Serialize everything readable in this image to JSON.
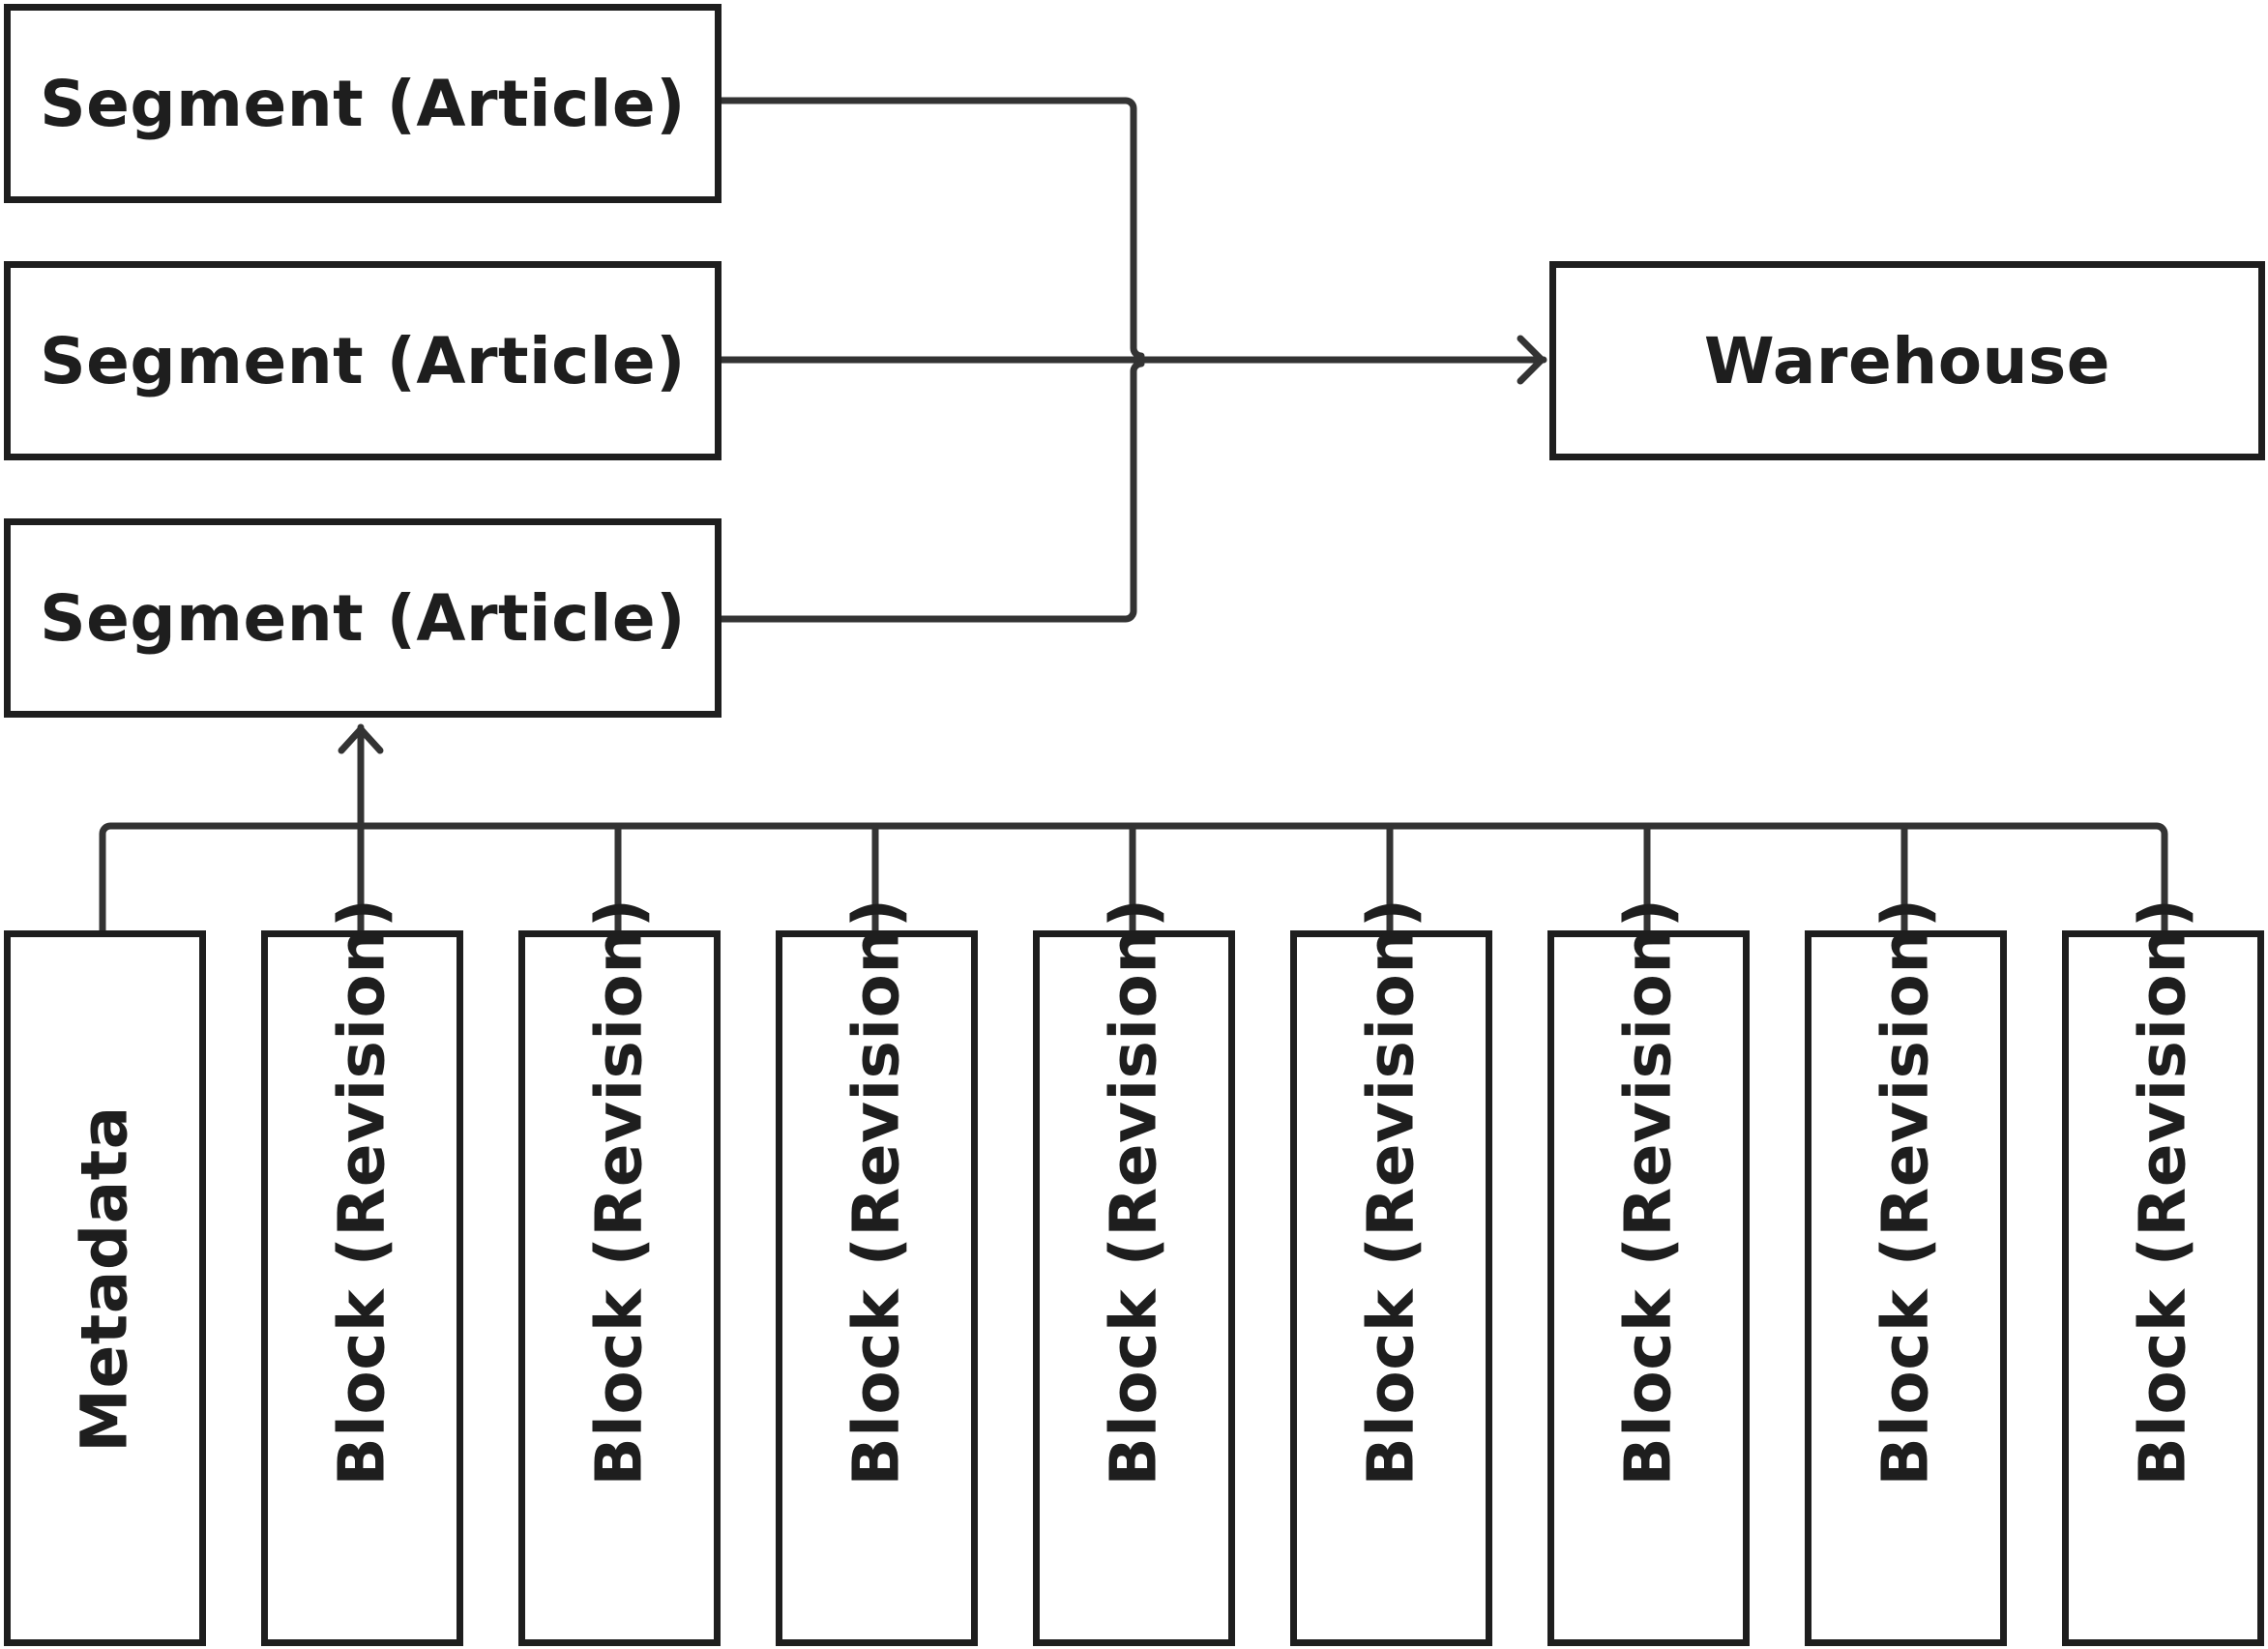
{
  "segments": [
    {
      "label": "Segment (Article)"
    },
    {
      "label": "Segment (Article)"
    },
    {
      "label": "Segment (Article)"
    }
  ],
  "warehouse": {
    "label": "Warehouse"
  },
  "metadata": {
    "label": "Metadata"
  },
  "blocks": [
    {
      "label": "Block (Revision)"
    },
    {
      "label": "Block (Revision)"
    },
    {
      "label": "Block (Revision)"
    },
    {
      "label": "Block (Revision)"
    },
    {
      "label": "Block (Revision)"
    },
    {
      "label": "Block (Revision)"
    },
    {
      "label": "Block (Revision)"
    },
    {
      "label": "Block (Revision)"
    }
  ],
  "colors": {
    "stroke": "#1e1e1e",
    "connector": "#333333",
    "background": "#ffffff"
  }
}
